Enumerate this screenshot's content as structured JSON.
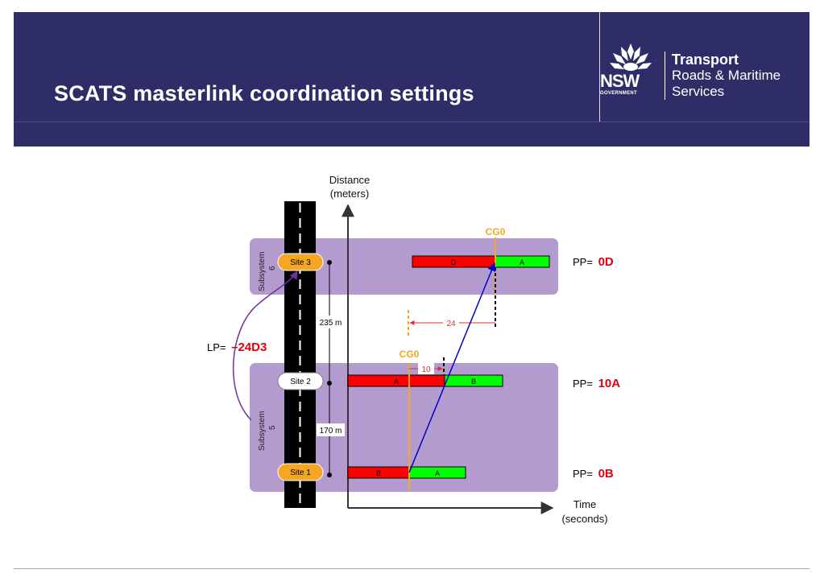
{
  "slide": {
    "title": "SCATS masterlink coordination settings"
  },
  "logo": {
    "wordmark": "NSW",
    "government": "GOVERNMENT",
    "line1": "Transport",
    "line2": "Roads & Maritime",
    "line3": "Services",
    "icon": "waratah-flower-icon"
  },
  "colors": {
    "banner": "#2e2d67",
    "subsystem_fill": "#b39bd0",
    "phase_red": "#ff0000",
    "phase_green": "#00ff00",
    "cg0_orange": "#f5a623",
    "progression_blue": "#0000cc",
    "lp_arrow": "#7030a0",
    "pp_value": "#e0000f"
  },
  "diagram": {
    "y_axis_label_1": "Distance",
    "y_axis_label_2": "(meters)",
    "x_axis_label_1": "Time",
    "x_axis_label_2": "(seconds)",
    "subsystem_6": {
      "label": "Subsystem",
      "number": "6"
    },
    "subsystem_5": {
      "label": "Subsystem",
      "number": "5"
    },
    "sites": [
      {
        "name": "Site 3"
      },
      {
        "name": "Site 2"
      },
      {
        "name": "Site 1"
      }
    ],
    "distance_site3_site2": "235 m",
    "distance_site2_site1": "170 m",
    "cg0_top": "CG0",
    "cg0_mid": "CG0",
    "offset_24": "24",
    "offset_10": "10",
    "lp_prefix": "LP=",
    "lp_value": "–24D3",
    "pp_site3_prefix": "PP=",
    "pp_site3_value": "0D",
    "pp_site2_prefix": "PP=",
    "pp_site2_value": "10A",
    "pp_site1_prefix": "PP=",
    "pp_site1_value": "0B",
    "phase_bars": {
      "site3": [
        {
          "label": "D"
        },
        {
          "label": "A"
        }
      ],
      "site2": [
        {
          "label": "A"
        },
        {
          "label": "B"
        }
      ],
      "site1": [
        {
          "label": "B"
        },
        {
          "label": "A"
        }
      ]
    }
  }
}
